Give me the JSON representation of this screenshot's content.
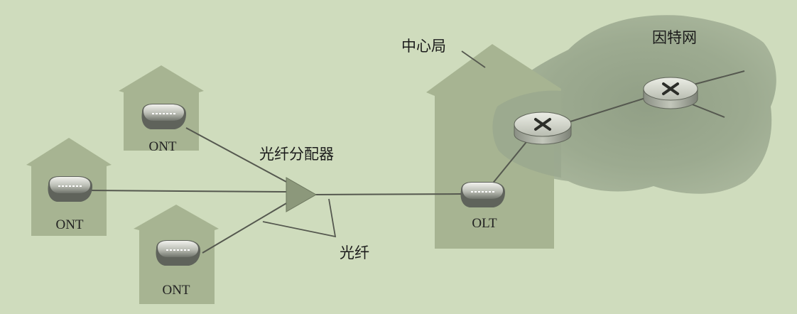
{
  "labels": {
    "ont_top": "ONT",
    "ont_left": "ONT",
    "ont_bottom": "ONT",
    "olt": "OLT",
    "splitter": "光纤分配器",
    "fiber": "光纤",
    "central_office": "中心局",
    "internet": "因特网"
  },
  "colors": {
    "background": "#cfdcbd",
    "house": "#a7b492",
    "cloud": "#9fad91",
    "cloud_dark": "#8d9b82",
    "line": "#55584f",
    "splitter": "#8c987b"
  }
}
